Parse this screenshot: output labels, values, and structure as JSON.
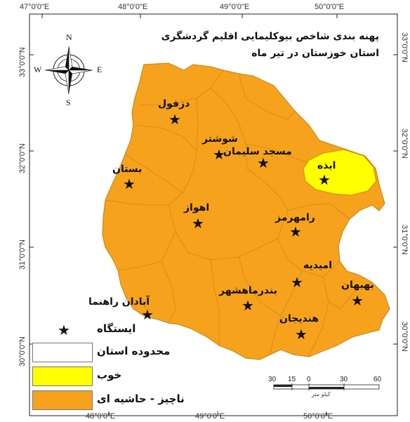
{
  "title_lines": [
    "پهنه بندی شاخص بیوکلیمایی اقلیم گردشگری",
    "استان خوزستان در تیر ماه"
  ],
  "coordinates": {
    "top": [
      "47°0'0\"E",
      "48°0'0\"E",
      "49°0'0\"E",
      "50°0'0\"E"
    ],
    "bottom": [
      "48°0'0\"E",
      "49°0'0\"E",
      "50°0'0\"E"
    ],
    "left": [
      "33°0'0\"N",
      "32°0'0\"N",
      "31°0'0\"N",
      "30°0'0\"N"
    ],
    "right": [
      "33°0'0\"N",
      "32°0'0\"N",
      "31°0'0\"N",
      "30°0'0\"N"
    ]
  },
  "compass": {
    "north": "N",
    "south": "S",
    "east": "E",
    "west": "W"
  },
  "stations": [
    {
      "name": "دزفول"
    },
    {
      "name": "شوشتر"
    },
    {
      "name": "مسجد سلیمان"
    },
    {
      "name": "ایذه"
    },
    {
      "name": "بستان"
    },
    {
      "name": "اهواز"
    },
    {
      "name": "رامهرمز"
    },
    {
      "name": "امیدیه"
    },
    {
      "name": "بهبهان"
    },
    {
      "name": "بندرماهشهر"
    },
    {
      "name": "آبادان راهنما"
    },
    {
      "name": "هندیجان"
    }
  ],
  "legend": [
    {
      "label": "ایستگاه",
      "type": "symbol"
    },
    {
      "label": "محدوده استان",
      "type": "boundary",
      "color": "#ffffff"
    },
    {
      "label": "خوب",
      "type": "fill",
      "color": "#ffff00"
    },
    {
      "label": "ناچیز - حاشیه ای",
      "type": "fill",
      "color": "#f7a21c"
    }
  ],
  "zone_colors": {
    "good": "#ffff00",
    "marginal": "#f7a21c",
    "border": "#c98a1e"
  },
  "scale_bar": {
    "ticks": [
      "30",
      "15",
      "0",
      "30",
      "60"
    ],
    "unit": "کیلو متر"
  }
}
